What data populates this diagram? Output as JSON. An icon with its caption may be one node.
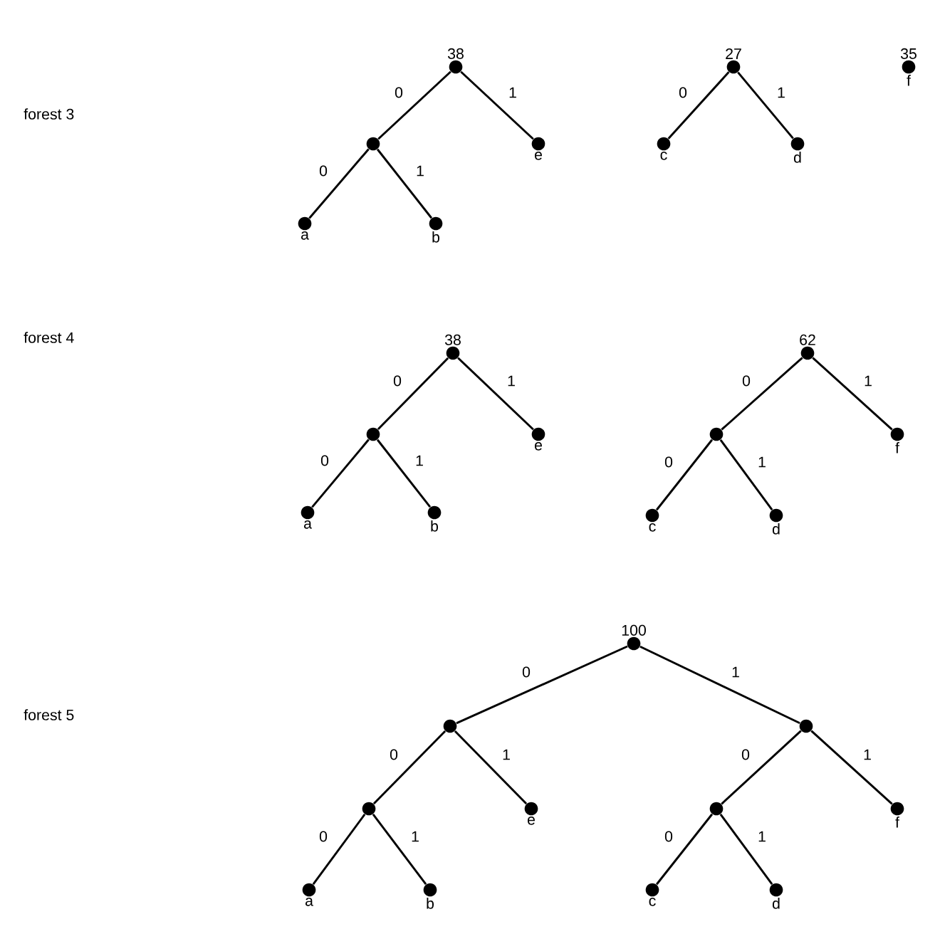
{
  "diagram": {
    "nodes": [
      {
        "text": [],
        "shape": "circle",
        "beside": [
          "38"
        ]
      },
      {
        "text": [],
        "shape": "circle"
      },
      {
        "text": [],
        "shape": "circle",
        "beside": [
          "e"
        ]
      },
      {
        "text": [],
        "shape": "circle",
        "beside": [
          "a"
        ]
      },
      {
        "text": [],
        "shape": "circle",
        "beside": [
          "b"
        ]
      },
      {
        "text": [],
        "shape": "circle",
        "beside": [
          "27"
        ]
      },
      {
        "text": [],
        "shape": "circle",
        "beside": [
          "c"
        ]
      },
      {
        "text": [],
        "shape": "circle",
        "beside": [
          "d"
        ]
      },
      {
        "text": [],
        "shape": "circle",
        "beside": [
          "35",
          "f"
        ]
      },
      {
        "text": [],
        "shape": "circle",
        "beside": [
          "38"
        ]
      },
      {
        "text": [],
        "shape": "circle"
      },
      {
        "text": [],
        "shape": "circle",
        "beside": [
          "e"
        ]
      },
      {
        "text": [],
        "shape": "circle",
        "beside": [
          "a"
        ]
      },
      {
        "text": [],
        "shape": "circle",
        "beside": [
          "b"
        ]
      },
      {
        "text": [],
        "shape": "circle",
        "beside": [
          "62"
        ]
      },
      {
        "text": [],
        "shape": "circle"
      },
      {
        "text": [],
        "shape": "circle",
        "beside": [
          "f"
        ]
      },
      {
        "text": [],
        "shape": "circle",
        "beside": [
          "c"
        ]
      },
      {
        "text": [],
        "shape": "circle",
        "beside": [
          "d"
        ]
      },
      {
        "text": [],
        "shape": "circle",
        "beside": [
          "100"
        ]
      },
      {
        "text": [],
        "shape": "circle"
      },
      {
        "text": [],
        "shape": "circle"
      },
      {
        "text": [],
        "shape": "circle"
      },
      {
        "text": [],
        "shape": "circle",
        "beside": [
          "e"
        ]
      },
      {
        "text": [],
        "shape": "circle",
        "beside": [
          "a"
        ]
      },
      {
        "text": [],
        "shape": "circle",
        "beside": [
          "b"
        ]
      },
      {
        "text": [],
        "shape": "circle"
      },
      {
        "text": [],
        "shape": "circle",
        "beside": [
          "f"
        ]
      },
      {
        "text": [],
        "shape": "circle",
        "beside": [
          "c"
        ]
      },
      {
        "text": [],
        "shape": "circle",
        "beside": [
          "d"
        ]
      }
    ],
    "edges": [
      {
        "from": 0,
        "to": 1,
        "arrow": "none",
        "label": "0"
      },
      {
        "from": 0,
        "to": 2,
        "arrow": "none",
        "label": "1"
      },
      {
        "from": 1,
        "to": 3,
        "arrow": "none",
        "label": "0"
      },
      {
        "from": 1,
        "to": 4,
        "arrow": "none",
        "label": "1"
      },
      {
        "from": 5,
        "to": 6,
        "arrow": "none",
        "label": "0"
      },
      {
        "from": 5,
        "to": 7,
        "arrow": "none",
        "label": "1"
      },
      {
        "from": 9,
        "to": 10,
        "arrow": "none",
        "label": "0"
      },
      {
        "from": 9,
        "to": 11,
        "arrow": "none",
        "label": "1"
      },
      {
        "from": 10,
        "to": 12,
        "arrow": "none",
        "label": "0"
      },
      {
        "from": 10,
        "to": 13,
        "arrow": "none",
        "label": "1"
      },
      {
        "from": 14,
        "to": 15,
        "arrow": "none",
        "label": "0"
      },
      {
        "from": 14,
        "to": 16,
        "arrow": "none",
        "label": "1"
      },
      {
        "from": 15,
        "to": 17,
        "arrow": "none",
        "label": "0"
      },
      {
        "from": 15,
        "to": 18,
        "arrow": "none",
        "label": "1"
      },
      {
        "from": 19,
        "to": 20,
        "arrow": "none",
        "label": "0"
      },
      {
        "from": 19,
        "to": 21,
        "arrow": "none",
        "label": "1"
      },
      {
        "from": 20,
        "to": 22,
        "arrow": "none",
        "label": "0"
      },
      {
        "from": 20,
        "to": 23,
        "arrow": "none",
        "label": "1"
      },
      {
        "from": 22,
        "to": 24,
        "arrow": "none",
        "label": "0"
      },
      {
        "from": 22,
        "to": 25,
        "arrow": "none",
        "label": "1"
      },
      {
        "from": 21,
        "to": 26,
        "arrow": "none",
        "label": "0"
      },
      {
        "from": 21,
        "to": 27,
        "arrow": "none",
        "label": "1"
      },
      {
        "from": 26,
        "to": 28,
        "arrow": "none",
        "label": "0"
      },
      {
        "from": 26,
        "to": 29,
        "arrow": "none",
        "label": "1"
      }
    ],
    "labels": [
      "forest 3",
      "forest 4",
      "forest 5"
    ]
  }
}
